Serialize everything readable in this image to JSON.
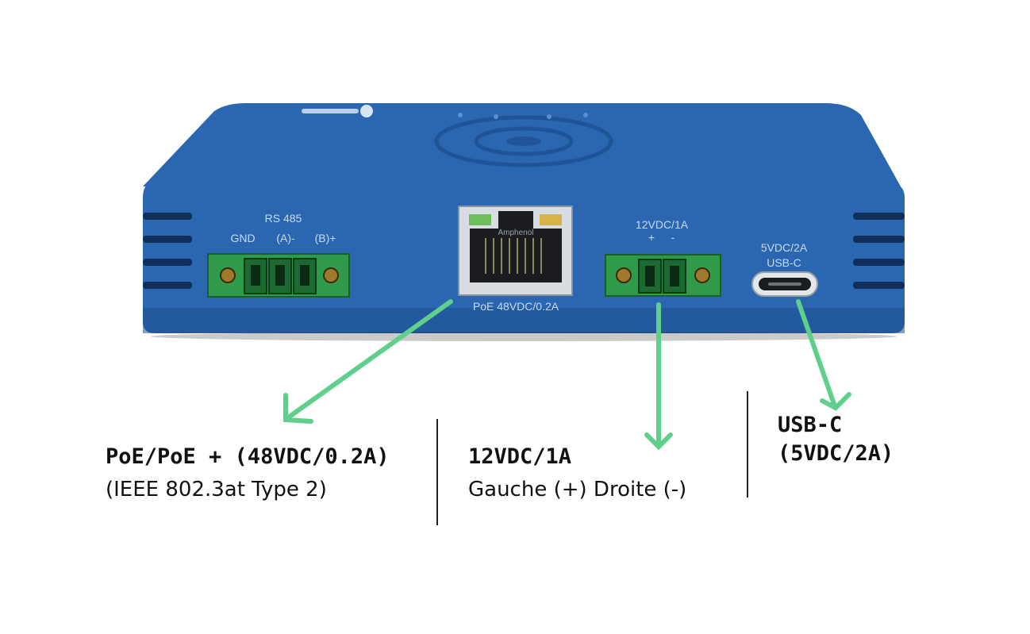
{
  "device_labels": {
    "rs485": "RS 485",
    "rs485_pins": [
      "GND",
      "(A)-",
      "(B)+"
    ],
    "rj45_brand": "Amphenol",
    "poe_label": "PoE 48VDC/0.2A",
    "dc_label": "12VDC/1A",
    "dc_polarity": [
      "+",
      "-"
    ],
    "usb_label_line1": "5VDC/2A",
    "usb_label_line2": "USB-C"
  },
  "captions": {
    "poe": {
      "title": "PoE/PoE + (48VDC/0.2A)",
      "subtitle": "(IEEE 802.3at Type 2)"
    },
    "dc": {
      "title": "12VDC/1A",
      "subtitle": "Gauche (+) Droite (-)"
    },
    "usb": {
      "title": "USB-C\n(5VDC/2A)"
    }
  },
  "colors": {
    "device_blue": "#2a67b0",
    "device_blue_dark": "#1d4f8e",
    "arrow_green": "#5fcf8c",
    "terminal_green": "#2f9b4a",
    "caption_text": "#111111"
  }
}
